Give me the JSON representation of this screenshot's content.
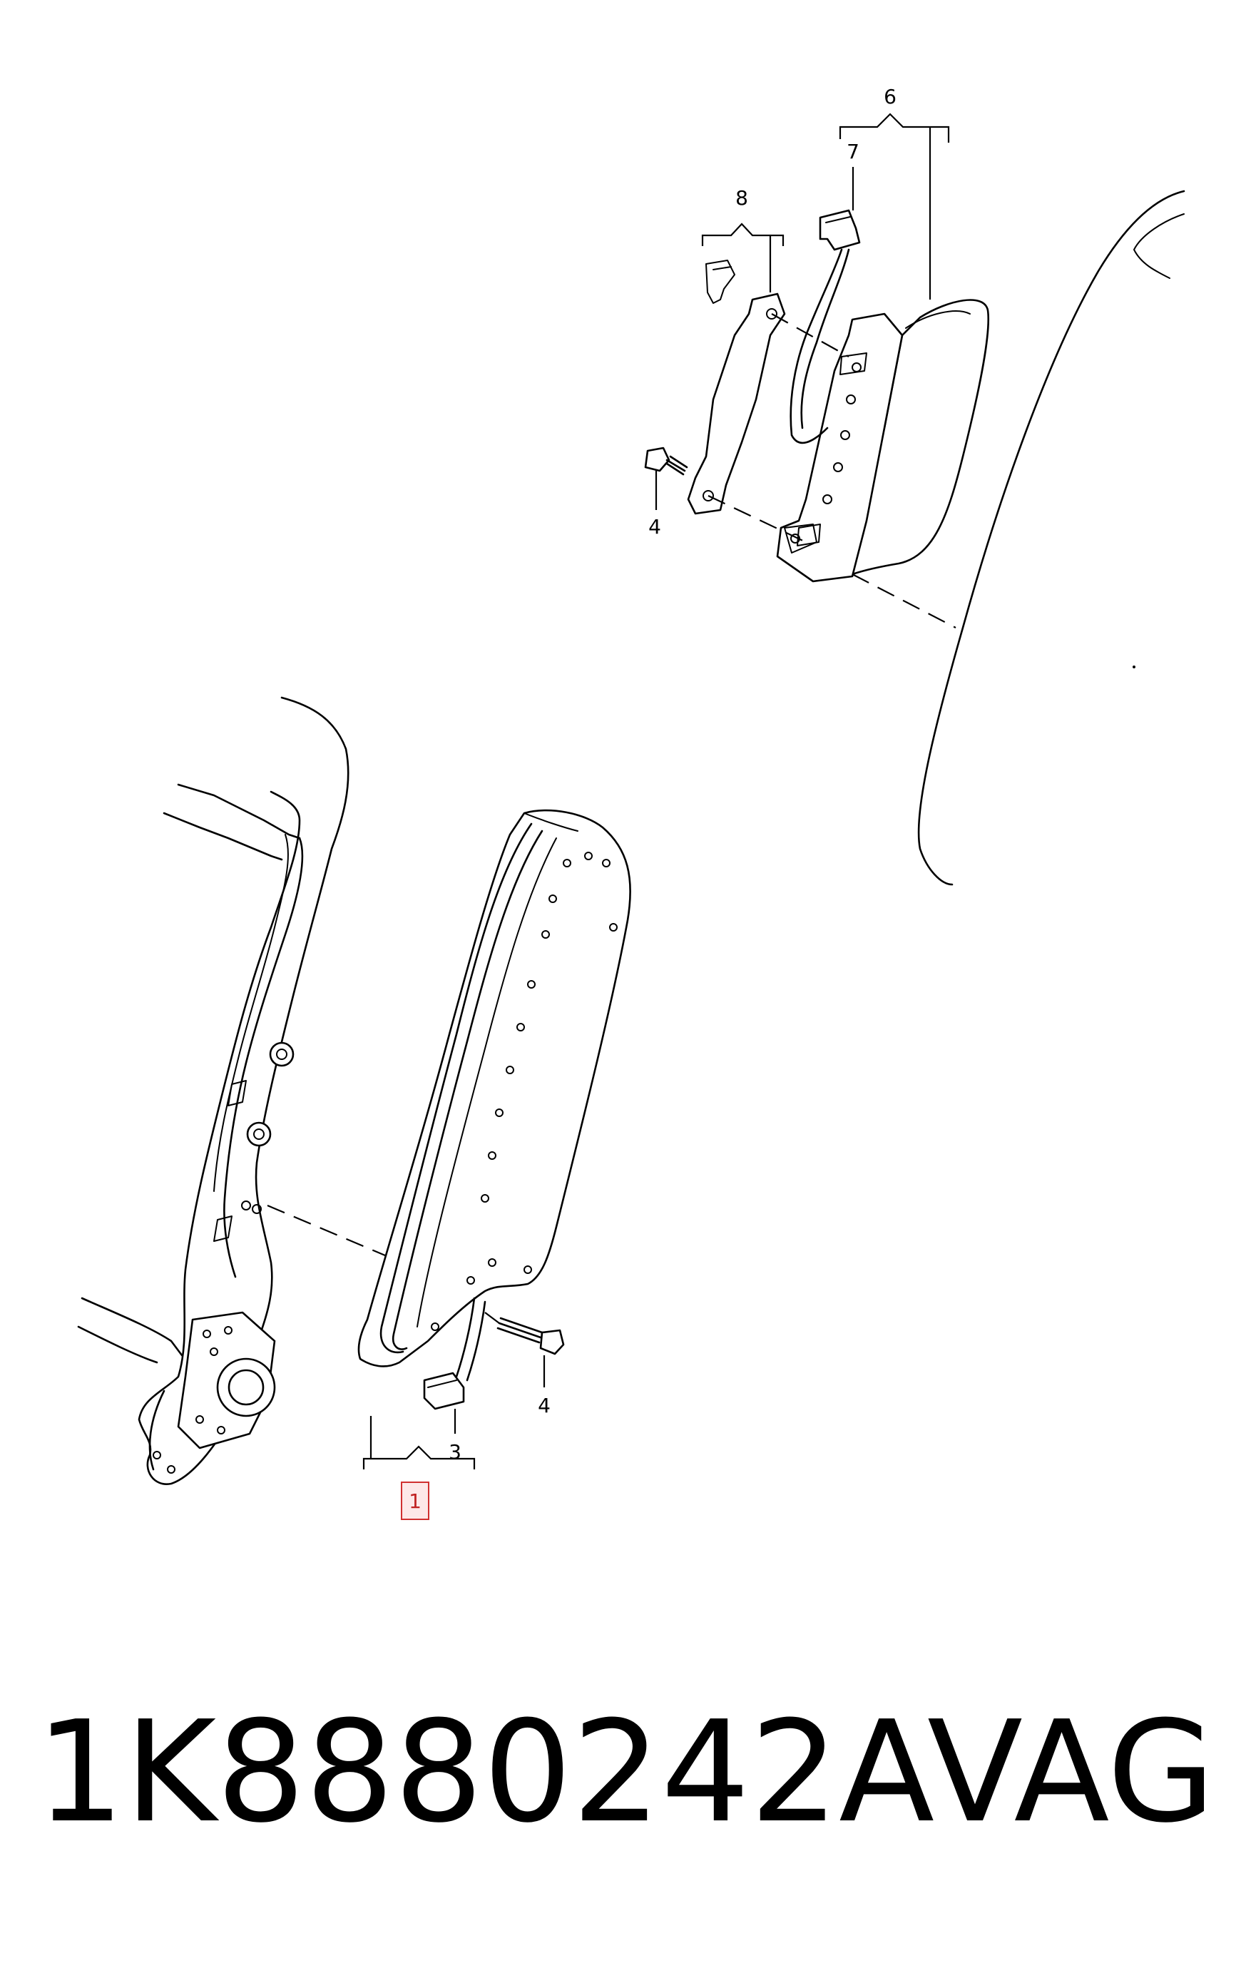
{
  "callouts": {
    "c1": "1",
    "c3": "3",
    "c4a": "4",
    "c4b": "4",
    "c6": "6",
    "c7": "7",
    "c8": "8"
  },
  "caption": {
    "part_number": "1K8880242A",
    "brand": "VAG"
  },
  "colors": {
    "line": "#000000",
    "highlight": "#c02020",
    "background": "#ffffff"
  }
}
